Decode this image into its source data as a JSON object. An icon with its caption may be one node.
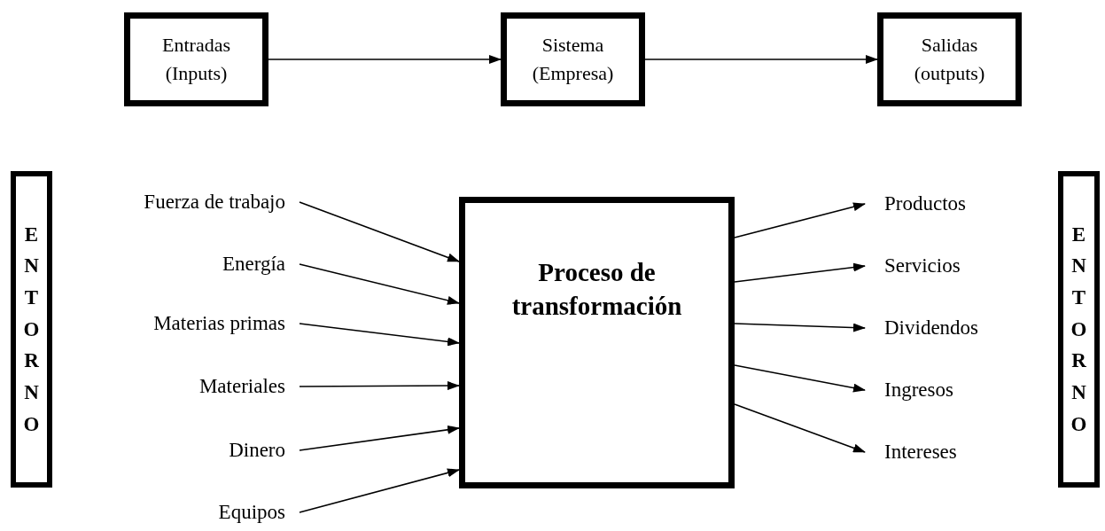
{
  "diagram": {
    "nodes": [
      {
        "text": [
          "Entradas (Inputs)"
        ]
      },
      {
        "text": [
          "Sistema (Empresa)"
        ]
      },
      {
        "text": [
          "Salidas (outputs)"
        ]
      },
      {
        "text": [
          "ENTORNO"
        ]
      },
      {
        "text": [
          "Fuerza de trabajo"
        ]
      },
      {
        "text": [
          "Energía"
        ]
      },
      {
        "text": [
          "Materias primas"
        ]
      },
      {
        "text": [
          "Materiales"
        ]
      },
      {
        "text": [
          "Dinero"
        ]
      },
      {
        "text": [
          "Equipos"
        ]
      },
      {
        "text": [
          "Proceso de transformación"
        ]
      },
      {
        "text": [
          "Productos"
        ]
      },
      {
        "text": [
          "Servicios"
        ]
      },
      {
        "text": [
          "Dividendos"
        ]
      },
      {
        "text": [
          "Ingresos"
        ]
      },
      {
        "text": [
          "Intereses"
        ]
      },
      {
        "text": [
          "ENTORNO"
        ]
      }
    ],
    "edges": [
      {
        "from": 0,
        "to": 1,
        "arrow": "to"
      },
      {
        "from": 1,
        "to": 2,
        "arrow": "to"
      },
      {
        "from": 4,
        "to": 10,
        "arrow": "to"
      },
      {
        "from": 5,
        "to": 10,
        "arrow": "to"
      },
      {
        "from": 6,
        "to": 10,
        "arrow": "to"
      },
      {
        "from": 7,
        "to": 10,
        "arrow": "to"
      },
      {
        "from": 8,
        "to": 10,
        "arrow": "to"
      },
      {
        "from": 9,
        "to": 10,
        "arrow": "to"
      },
      {
        "from": 10,
        "to": 11,
        "arrow": "to"
      },
      {
        "from": 10,
        "to": 12,
        "arrow": "to"
      },
      {
        "from": 10,
        "to": 13,
        "arrow": "to"
      },
      {
        "from": 10,
        "to": 14,
        "arrow": "to"
      },
      {
        "from": 10,
        "to": 15,
        "arrow": "to"
      }
    ]
  }
}
